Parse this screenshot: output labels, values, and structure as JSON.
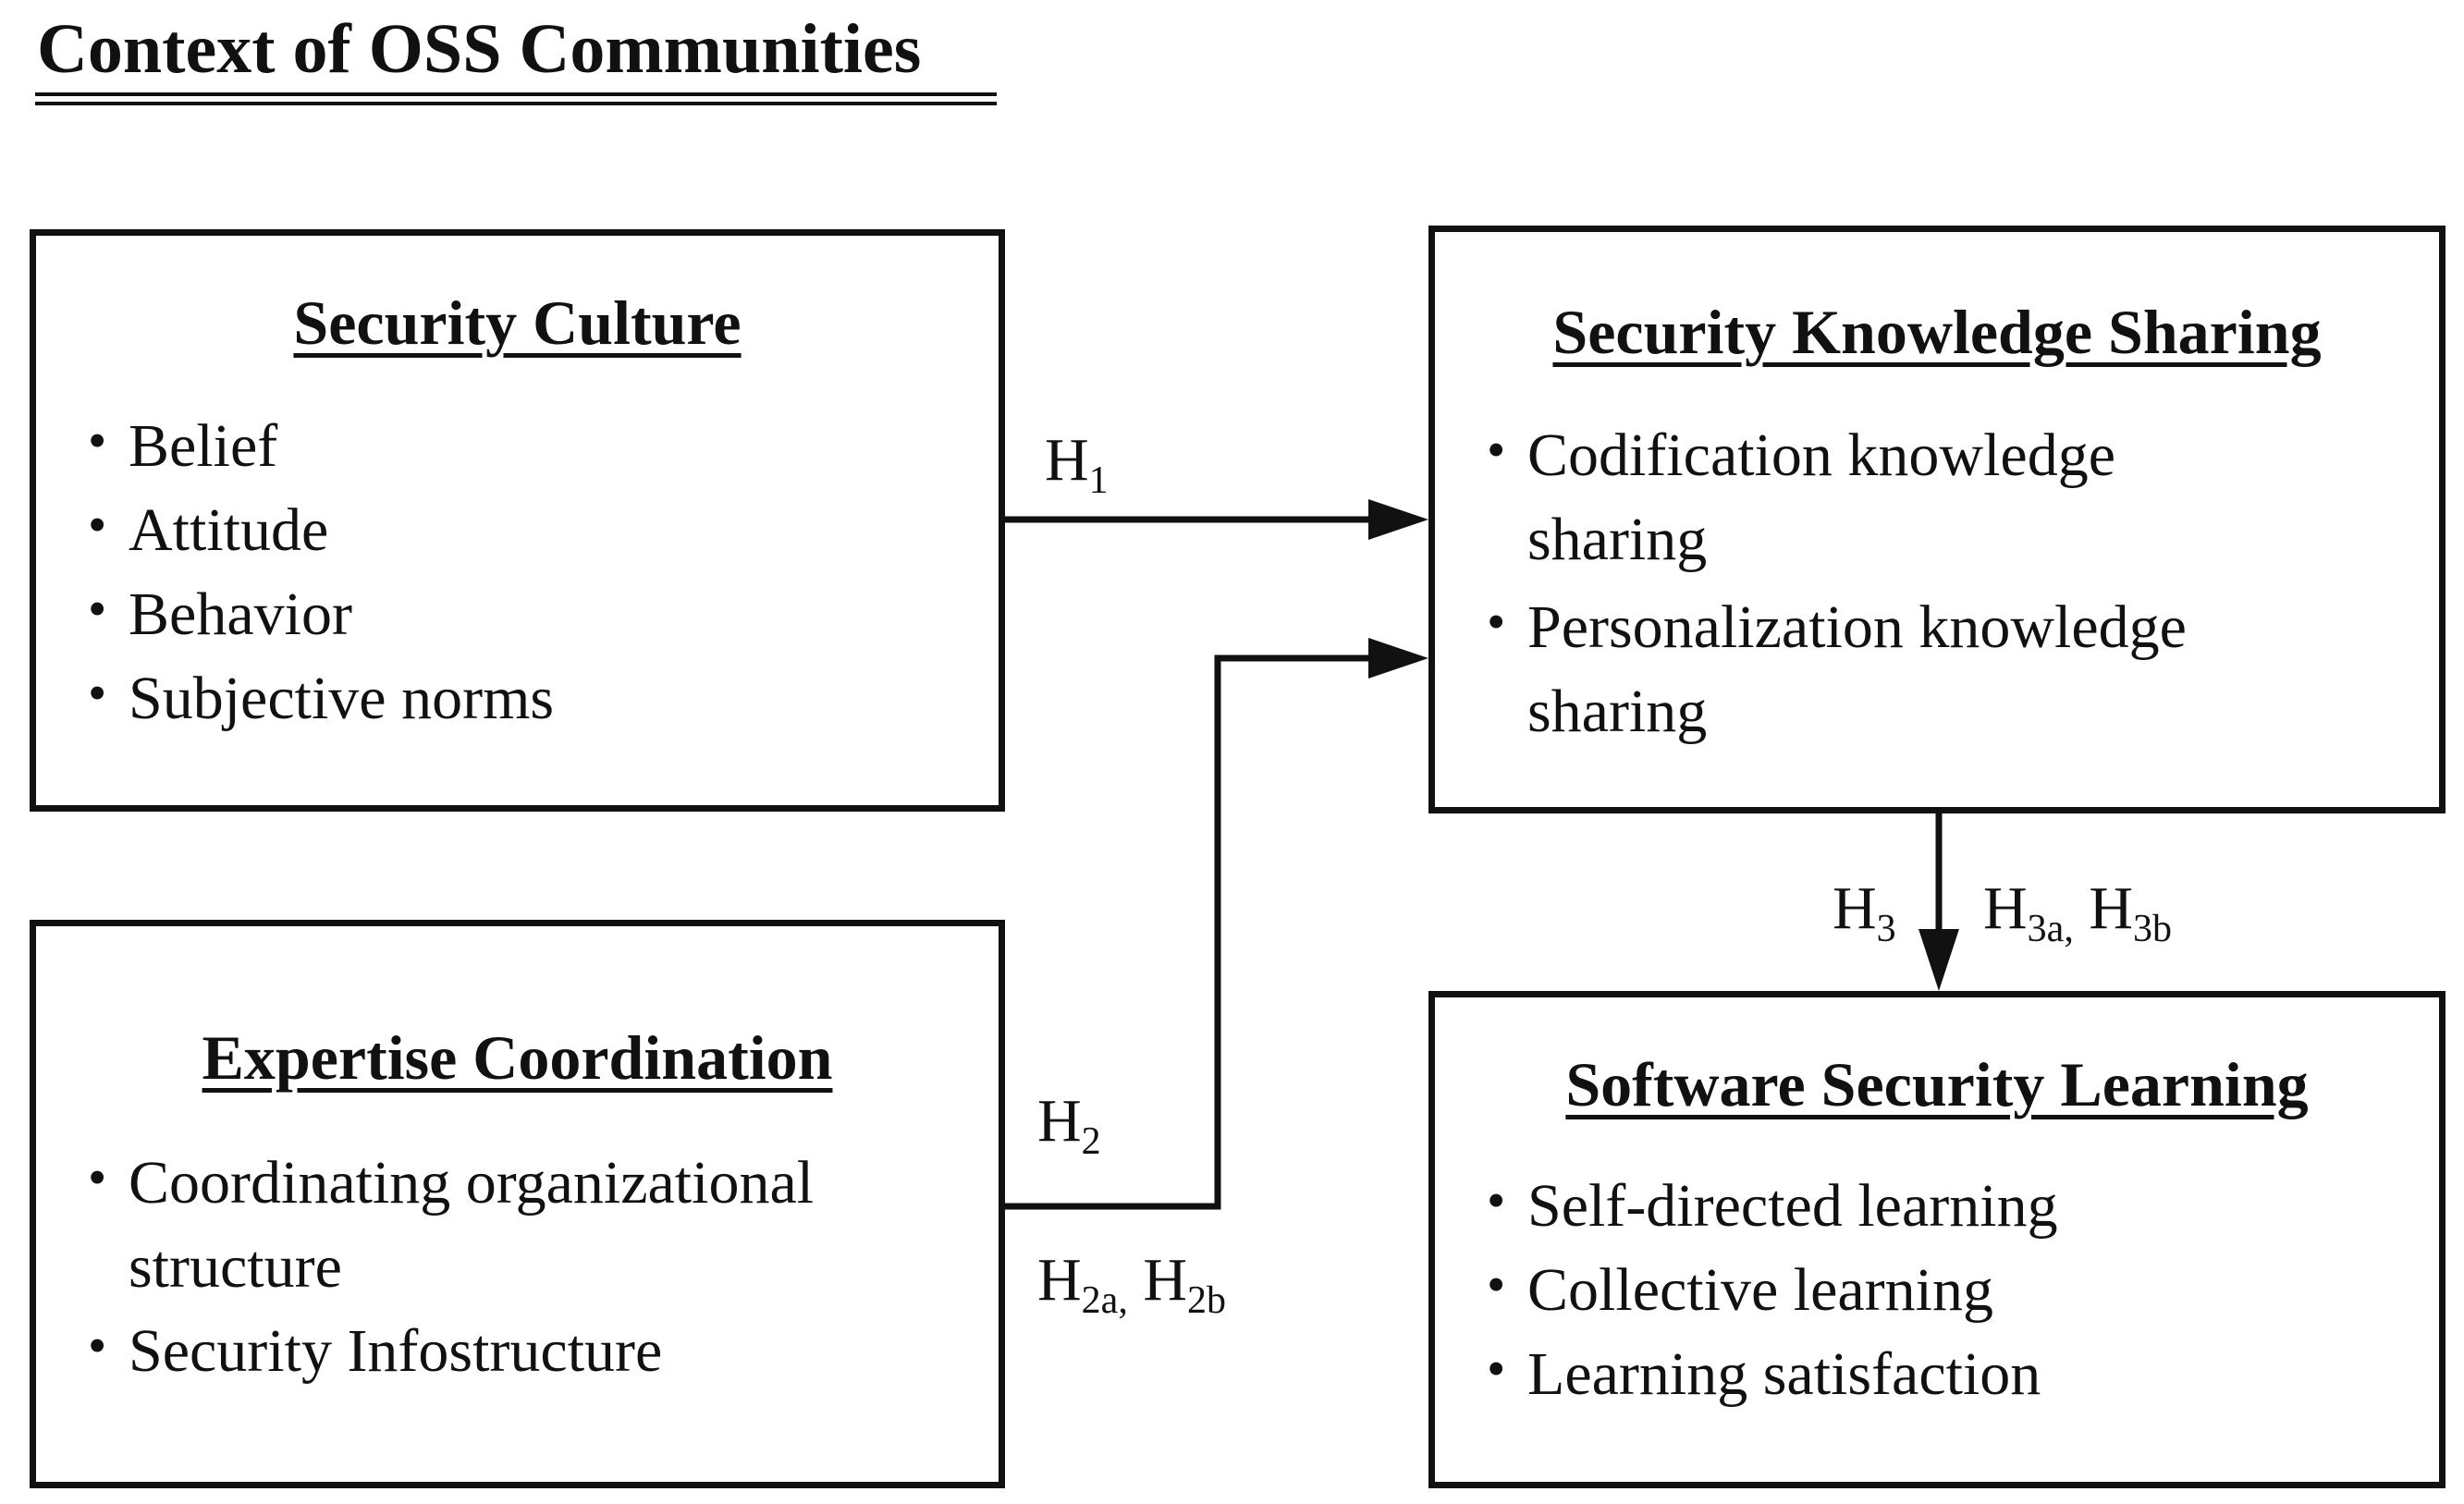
{
  "heading": "Context of OSS Communities",
  "boxes": {
    "security_culture": {
      "title": "Security Culture",
      "items": [
        "Belief",
        "Attitude",
        "Behavior",
        "Subjective norms"
      ]
    },
    "expertise_coordination": {
      "title": "Expertise Coordination",
      "items": [
        "Coordinating organizational structure",
        "Security Infostructure"
      ]
    },
    "security_knowledge_sharing": {
      "title": "Security Knowledge Sharing",
      "items": [
        "Codification knowledge sharing",
        "Personalization knowledge sharing"
      ]
    },
    "software_security_learning": {
      "title": "Software Security Learning",
      "items": [
        "Self-directed learning",
        "Collective learning",
        "Learning satisfaction"
      ]
    }
  },
  "hypotheses": {
    "h1": {
      "base": "H",
      "sub": "1"
    },
    "h2": {
      "base": "H",
      "sub": "2"
    },
    "h2a": {
      "base": "H",
      "sub": "2a,"
    },
    "h2b": {
      "base": "H",
      "sub": "2b"
    },
    "h3": {
      "base": "H",
      "sub": "3"
    },
    "h3a": {
      "base": "H",
      "sub": "3a,"
    },
    "h3b": {
      "base": "H",
      "sub": "3b"
    }
  }
}
